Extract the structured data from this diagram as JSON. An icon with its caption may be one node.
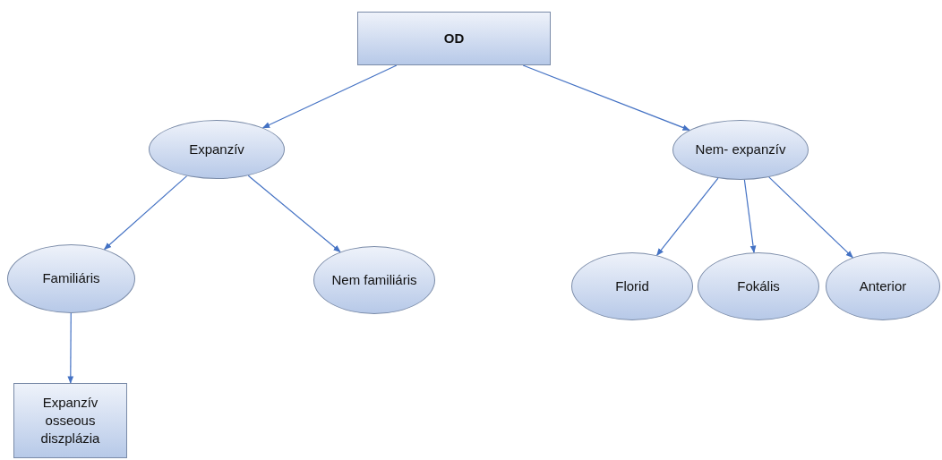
{
  "diagram": {
    "nodes": [
      {
        "text": [
          "OD"
        ]
      },
      {
        "text": [
          "Expanzív"
        ]
      },
      {
        "text": [
          "Nem- expanzív"
        ]
      },
      {
        "text": [
          "Familiáris"
        ]
      },
      {
        "text": [
          "Nem familiáris"
        ]
      },
      {
        "text": [
          "Florid"
        ]
      },
      {
        "text": [
          "Fokális"
        ]
      },
      {
        "text": [
          "Anterior"
        ]
      },
      {
        "text": [
          "Expanzív osseous diszplázia"
        ]
      }
    ],
    "edges": [
      {
        "from": 0,
        "to": 1,
        "arrow": "to"
      },
      {
        "from": 0,
        "to": 2,
        "arrow": "to"
      },
      {
        "from": 1,
        "to": 3,
        "arrow": "to"
      },
      {
        "from": 1,
        "to": 4,
        "arrow": "to"
      },
      {
        "from": 2,
        "to": 5,
        "arrow": "to"
      },
      {
        "from": 2,
        "to": 6,
        "arrow": "to"
      },
      {
        "from": 2,
        "to": 7,
        "arrow": "to"
      },
      {
        "from": 3,
        "to": 8,
        "arrow": "to"
      }
    ]
  }
}
